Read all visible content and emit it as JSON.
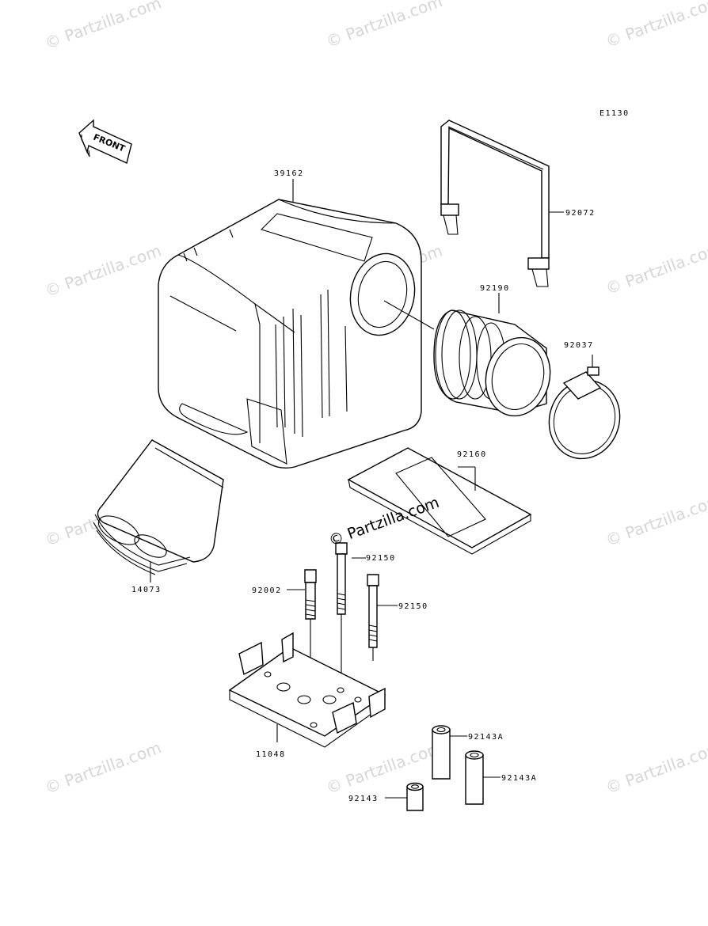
{
  "diagram_code": "E1130",
  "front_label": "FRONT",
  "watermark_text": "© Partzilla.com",
  "center_watermark_text": "© Partzilla.com",
  "parts": [
    {
      "id": "air-box",
      "label": "39162"
    },
    {
      "id": "strap",
      "label": "92072"
    },
    {
      "id": "intake-duct",
      "label": "92190"
    },
    {
      "id": "hose-clamp",
      "label": "92037"
    },
    {
      "id": "intake-boot",
      "label": "14073"
    },
    {
      "id": "seal-pad",
      "label": "92160"
    },
    {
      "id": "bolt-a",
      "label": "92150"
    },
    {
      "id": "bolt-b",
      "label": "92150"
    },
    {
      "id": "bolt-c",
      "label": "92002"
    },
    {
      "id": "bracket",
      "label": "11048"
    },
    {
      "id": "collar-long-a",
      "label": "92143A"
    },
    {
      "id": "collar-long-b",
      "label": "92143A"
    },
    {
      "id": "collar-short",
      "label": "92143"
    }
  ]
}
